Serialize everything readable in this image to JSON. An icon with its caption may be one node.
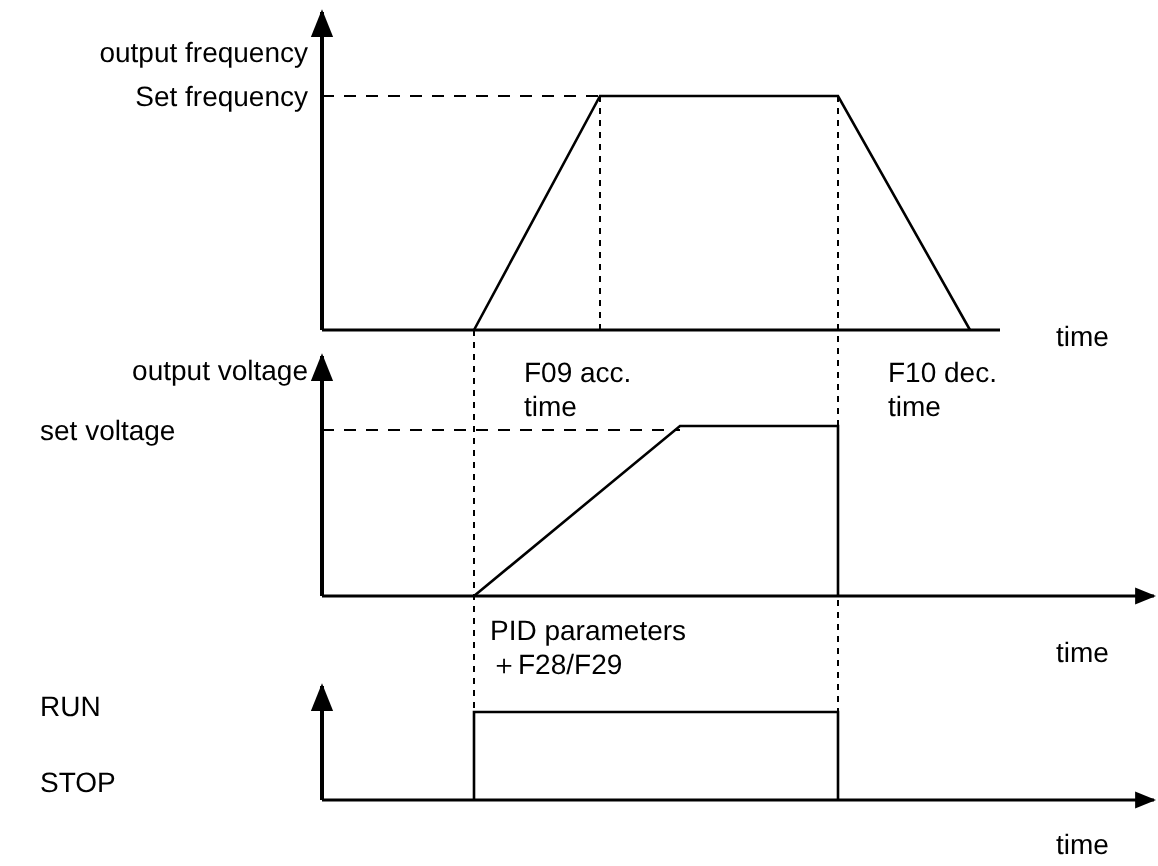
{
  "diagram": {
    "labels": [
      "output frequency",
      "Set frequency",
      "F09 acc. time",
      "F10 dec. time",
      "time",
      "output voltage",
      "set voltage",
      "PID parameters ＋F28/F29",
      "time",
      "RUN",
      "STOP",
      "time"
    ]
  }
}
